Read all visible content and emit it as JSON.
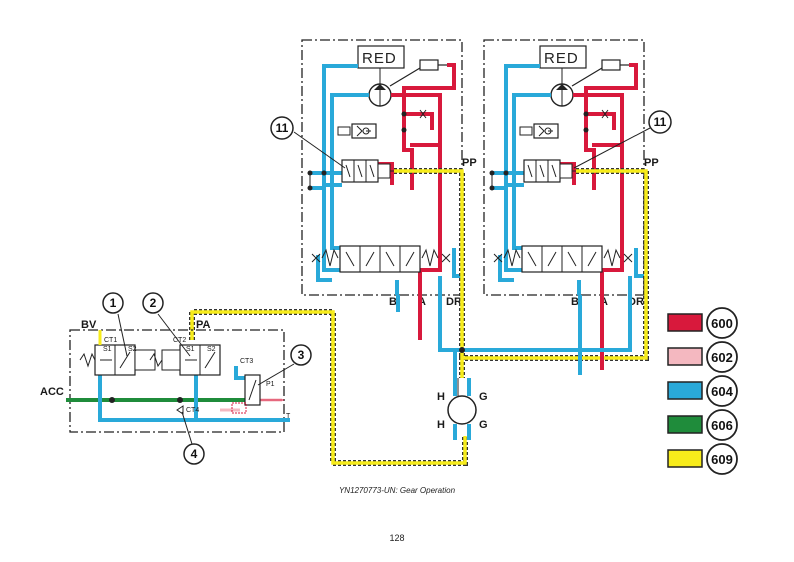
{
  "caption": "YN1270773-UN: Gear Operation",
  "page_number": "128",
  "valve_labels": {
    "red_left": "RED",
    "red_right": "RED",
    "pp_left": "PP",
    "pp_right": "PP",
    "b_left": "B",
    "a_left": "A",
    "dr_left": "DR",
    "b_right": "B",
    "a_right": "A",
    "dr_right": "DR",
    "bv": "BV",
    "pa": "PA",
    "acc": "ACC",
    "ct1": "CT1",
    "ct2": "CT2",
    "ct3": "CT3",
    "ct4": "CT4",
    "p1": "P1",
    "t": "T",
    "s1_a": "S1",
    "s2_a": "S2",
    "s1_b": "S1",
    "s2_b": "S2",
    "h_top": "H",
    "h_bottom": "H",
    "g_top": "G",
    "g_bottom": "G"
  },
  "callouts": [
    "1",
    "2",
    "3",
    "4",
    "11",
    "11"
  ],
  "legend": [
    {
      "code": "600",
      "color": "#d8193c"
    },
    {
      "code": "602",
      "color": "#f4b8c0"
    },
    {
      "code": "604",
      "color": "#29a9d9"
    },
    {
      "code": "606",
      "color": "#1f8c3b"
    },
    {
      "code": "609",
      "color": "#f7ec1b"
    }
  ]
}
